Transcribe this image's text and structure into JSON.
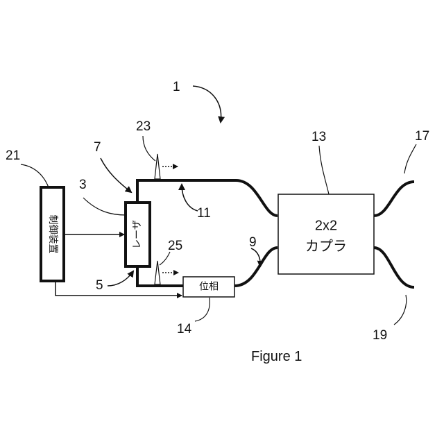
{
  "diagram": {
    "caption": "Figure 1",
    "blocks": {
      "controller": "制御装置",
      "laser": "レーザ",
      "phase": "位相",
      "coupler_line1": "2x2",
      "coupler_line2": "カプラ"
    },
    "reference_numerals": {
      "n1": "1",
      "n3": "3",
      "n5": "5",
      "n7": "7",
      "n9": "9",
      "n11": "11",
      "n13": "13",
      "n14": "14",
      "n17": "17",
      "n19": "19",
      "n21": "21",
      "n23": "23",
      "n25": "25"
    }
  }
}
